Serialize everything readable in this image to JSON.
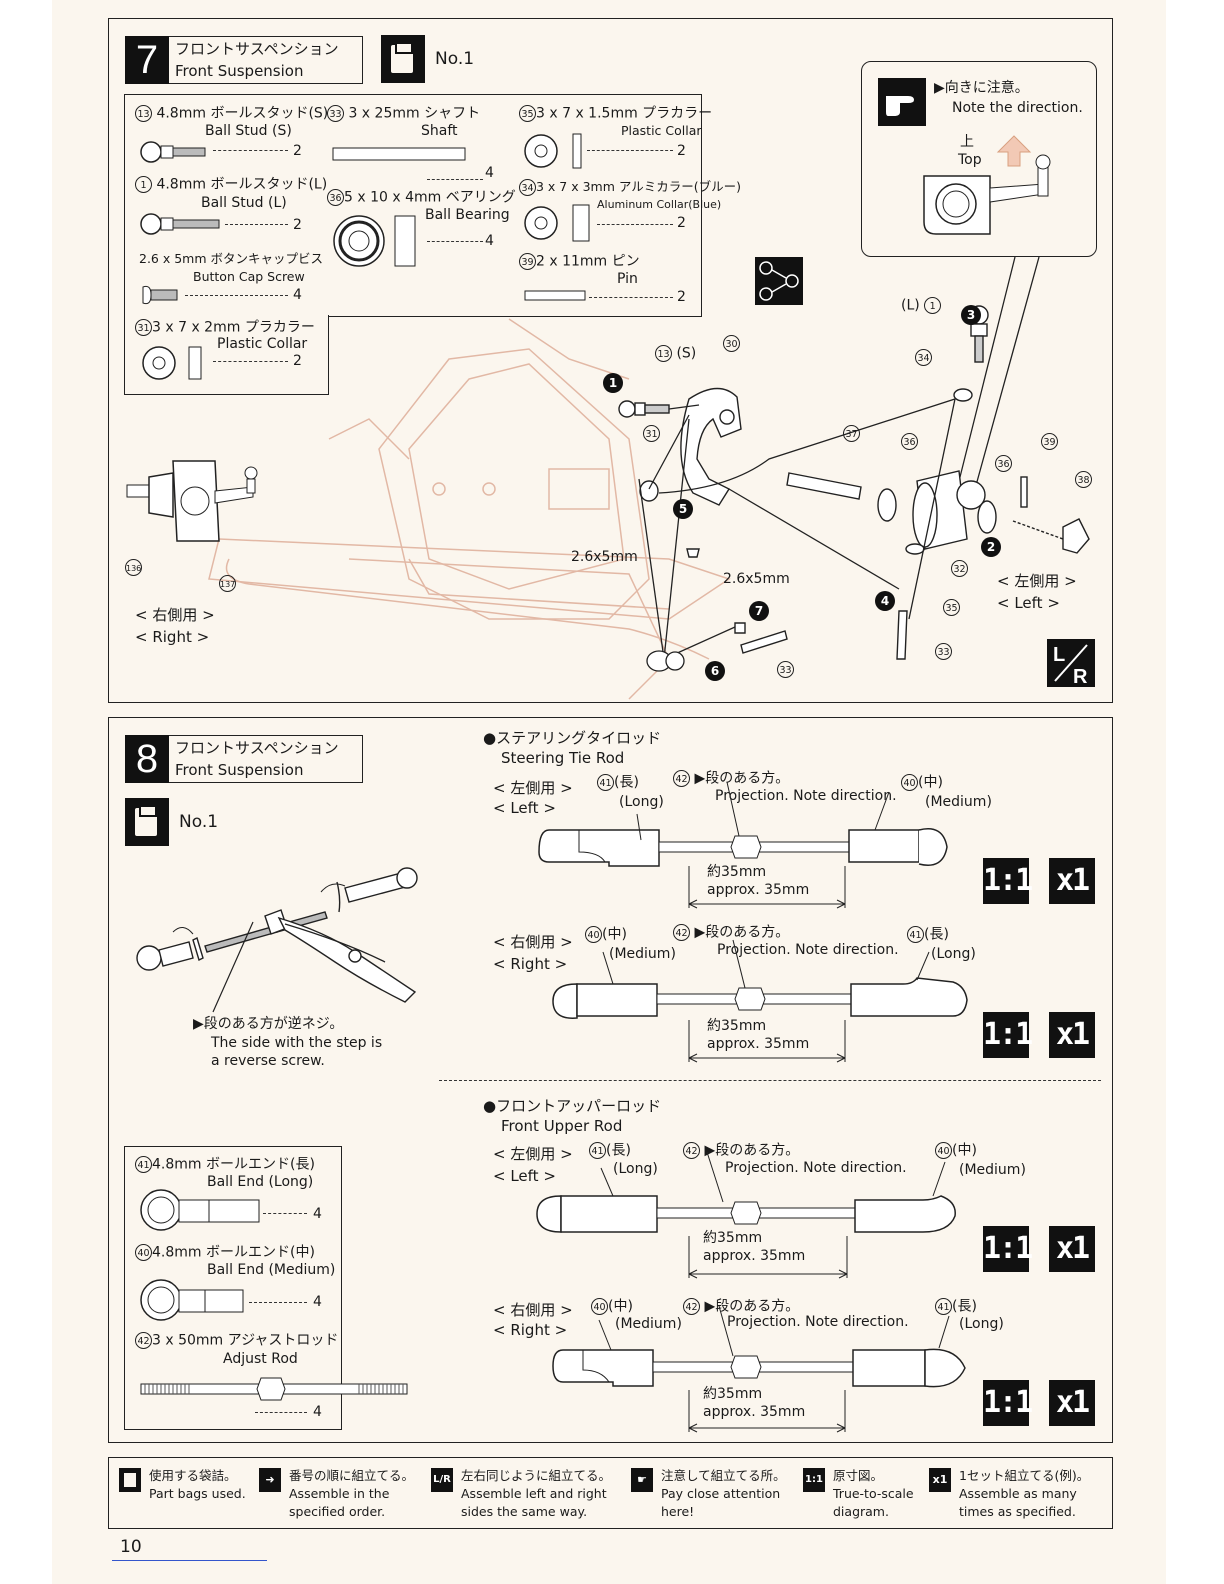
{
  "step7": {
    "number": "7",
    "title_jp": "フロントサスペンション",
    "title_en": "Front Suspension",
    "bag": "No.1",
    "parts": [
      {
        "no": "13",
        "jp": "4.8mm ボールスタッド(S)",
        "en": "Ball Stud (S)",
        "qty": "2"
      },
      {
        "no": "1",
        "jp": "4.8mm ボールスタッド(L)",
        "en": "Ball Stud (L)",
        "qty": "2"
      },
      {
        "no": "",
        "jp": "2.6 x 5mm ボタンキャップビス",
        "en": "Button Cap Screw",
        "qty": "4"
      },
      {
        "no": "31",
        "jp": "3 x 7 x 2mm プラカラー",
        "en": "Plastic Collar",
        "qty": "2"
      },
      {
        "no": "33",
        "jp": "3 x 25mm シャフト",
        "en": "Shaft",
        "qty": "4"
      },
      {
        "no": "36",
        "jp": "5 x 10 x 4mm ベアリング",
        "en": "Ball Bearing",
        "qty": "4"
      },
      {
        "no": "35",
        "jp": "3 x 7 x 1.5mm プラカラー",
        "en": "Plastic Collar",
        "qty": "2"
      },
      {
        "no": "34",
        "jp": "3 x 7 x 3mm アルミカラー(ブルー)",
        "en": "Aluminum Collar(Blue)",
        "qty": "2"
      },
      {
        "no": "39",
        "jp": "2 x 11mm ピン",
        "en": "Pin",
        "qty": "2"
      }
    ],
    "note_jp": "向きに注意。",
    "note_en": "Note the direction.",
    "top_jp": "上",
    "top_en": "Top",
    "left_jp": "< 左側用 >",
    "left_en": "< Left >",
    "right_jp": "< 右側用 >",
    "right_en": "< Right >",
    "screw1": "2.6x5mm",
    "screw2": "2.6x5mm",
    "callouts": {
      "c13s": "13",
      "s_label": "(S)",
      "c30": "30",
      "c31": "31",
      "c37": "37",
      "c36a": "36",
      "c36b": "36",
      "c39": "39",
      "c38": "38",
      "c34": "34",
      "l_label": "(L)",
      "c1": "1",
      "c32": "32",
      "c35": "35",
      "c33a": "33",
      "c33b": "33",
      "c136": "136",
      "c137": "137"
    },
    "order": [
      "1",
      "2",
      "3",
      "4",
      "5",
      "6",
      "7"
    ]
  },
  "step8": {
    "number": "8",
    "title_jp": "フロントサスペンション",
    "title_en": "Front Suspension",
    "bag": "No.1",
    "reverse_jp": "段のある方が逆ネジ。",
    "reverse_en1": "The side with the step is",
    "reverse_en2": "a reverse screw.",
    "tie_rod_jp": "●ステアリングタイロッド",
    "tie_rod_en": "Steering Tie Rod",
    "upper_rod_jp": "●フロントアッパーロッド",
    "upper_rod_en": "Front Upper Rod",
    "left_jp": "< 左側用 >",
    "left_en": "< Left >",
    "right_jp": "< 右側用 >",
    "right_en": "< Right >",
    "long_jp": "(長)",
    "long_en": "(Long)",
    "medium_jp": "(中)",
    "medium_en": "(Medium)",
    "proj_jp": "段のある方。",
    "proj_en": "Projection. Note direction.",
    "approx_jp": "約35mm",
    "approx_en": "approx. 35mm",
    "badge_scale": "1:1",
    "badge_count": "x1",
    "n40": "40",
    "n41": "41",
    "n42": "42",
    "parts": [
      {
        "no": "41",
        "jp": "4.8mm ボールエンド(長)",
        "en": "Ball End (Long)",
        "qty": "4"
      },
      {
        "no": "40",
        "jp": "4.8mm ボールエンド(中)",
        "en": "Ball End (Medium)",
        "qty": "4"
      },
      {
        "no": "42",
        "jp": "3 x 50mm アジャストロッド",
        "en": "Adjust Rod",
        "qty": "4"
      }
    ]
  },
  "legend": [
    {
      "jp": "使用する袋詰。",
      "en1": "Part bags used.",
      "en2": ""
    },
    {
      "jp": "番号の順に組立てる。",
      "en1": "Assemble in the",
      "en2": "specified order."
    },
    {
      "jp": "左右同じように組立てる。",
      "en1": "Assemble left and right",
      "en2": "sides the same way."
    },
    {
      "jp": "注意して組立てる所。",
      "en1": "Pay close attention",
      "en2": "here!"
    },
    {
      "jp": "原寸図。",
      "en1": "True-to-scale",
      "en2": "diagram."
    },
    {
      "jp": "1セット組立てる(例)。",
      "en1": "Assemble as many",
      "en2": "times as specified."
    }
  ],
  "page_number": "10"
}
